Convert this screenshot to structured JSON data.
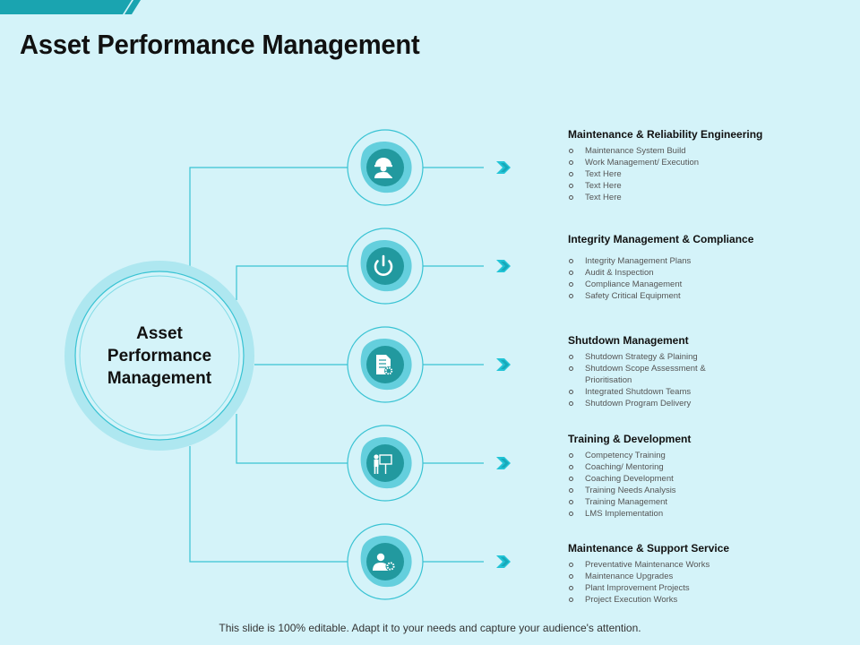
{
  "title": "Asset Performance Management",
  "hub": {
    "lines": [
      "Asset",
      "Performance",
      "Management"
    ]
  },
  "sections": [
    {
      "icon": "engineer-icon",
      "title": "Maintenance & Reliability Engineering",
      "items": [
        "Maintenance System Build",
        "Work Management/ Execution",
        "Text Here",
        "Text Here",
        "Text Here"
      ]
    },
    {
      "icon": "power-icon",
      "title": "Integrity Management & Compliance",
      "items": [
        "Integrity Management Plans",
        "Audit & Inspection",
        "Compliance Management",
        "Safety Critical Equipment"
      ]
    },
    {
      "icon": "document-gear-icon",
      "title": "Shutdown Management",
      "items": [
        "Shutdown Strategy & Plaining",
        "Shutdown Scope Assessment & Prioritisation",
        "Integrated Shutdown Teams",
        "Shutdown Program Delivery"
      ]
    },
    {
      "icon": "presentation-icon",
      "title": "Training & Development",
      "items": [
        "Competency Training",
        "Coaching/ Mentoring",
        "Coaching Development",
        "Training Needs Analysis",
        "Training Management",
        "LMS Implementation"
      ]
    },
    {
      "icon": "user-gear-icon",
      "title": "Maintenance & Support Service",
      "items": [
        "Preventative Maintenance Works",
        "Maintenance Upgrades",
        "Plant Improvement Projects",
        "Project Execution Works"
      ]
    }
  ],
  "footer": "This slide is 100% editable. Adapt it to your needs and capture your audience's attention.",
  "colors": {
    "background": "#d4f3f9",
    "accent": "#22c4d6",
    "node_outer": "#64cfdd",
    "node_inner": "#22999f",
    "line": "#39c3d3"
  }
}
